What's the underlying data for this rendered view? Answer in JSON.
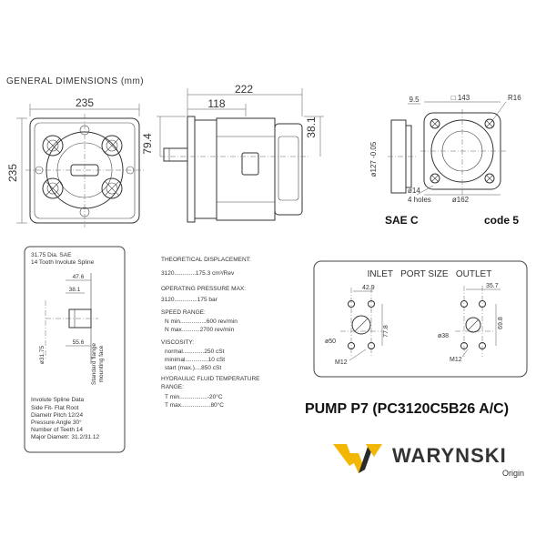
{
  "header": {
    "general_dimensions": "GENERAL DIMENSIONS (mm)"
  },
  "front_view": {
    "width_dim": "235",
    "height_dim": "235"
  },
  "side_view": {
    "length_dim": "222",
    "flange_dim": "118",
    "shaft_offset_dim": "79.4",
    "height_dim": "38.1"
  },
  "flange_view": {
    "thickness_dim": "9.5",
    "square_dim": "□ 143",
    "corner_radius": "R16",
    "pilot_dia": "ø127 -0.05",
    "hole_dia": "ø14",
    "holes_count": "4 holes",
    "bolt_circle": "ø162",
    "sae_label": "SAE C",
    "code_label": "code 5"
  },
  "shaft": {
    "spline_title_1": "31.75 Dia. SAE",
    "spline_title_2": "14 Tooth Involute Spline",
    "dim_47_6": "47.6",
    "dim_38_1": "38.1",
    "dim_55_6": "55.6",
    "dim_dia": "ø31.75",
    "flange_face_1": "Standard flange",
    "flange_face_2": "mounting face",
    "spline_data": [
      "Involute Spline Data",
      "Side Fit- Flat Root",
      "Diametr Pitch 12/24",
      "Pressure Angle 30°",
      "Number of Teeth 14",
      "Major Diametr: 31.2/31.12"
    ]
  },
  "specs": {
    "lines": [
      "THEORETICAL DISPLACEMENT:",
      "3120.............175.3 cm³/Rev",
      "OPERATING PRESSURE MAX:",
      "3120..............175 bar",
      "SPEED RANGE:",
      "N min................600 rev/min",
      "N max...........2700 rev/min",
      "VISCOSITY:",
      "normal.............250 cSt",
      "minimal..............10 cSt",
      "start (max.)....850 cSt",
      "HYDRAULIC FLUID TEMPERATURE",
      "RANGE:",
      "T min.................-20°C",
      "T max..................80°C"
    ]
  },
  "ports": {
    "title": "INLET   PORT SIZE   OUTLET",
    "inlet": {
      "dim_w": "42.9",
      "dim_h": "77.8",
      "dia": "ø50",
      "thread": "M12"
    },
    "outlet": {
      "dim_w": "35.7",
      "dim_h": "69.8",
      "dia": "ø38",
      "thread": "M12"
    }
  },
  "footer": {
    "pump_title": "PUMP P7 (PC3120C5B26 A/C)",
    "brand": "WARYNSKI",
    "brand_sub": "Origin",
    "accent_color": "#f2b705"
  }
}
